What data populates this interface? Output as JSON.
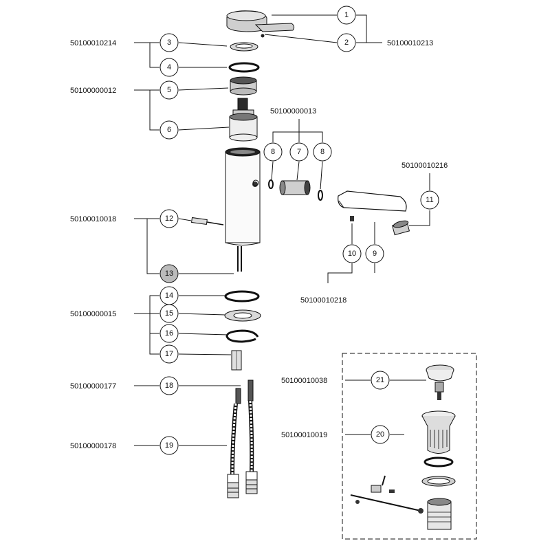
{
  "callouts": [
    "1",
    "2",
    "3",
    "4",
    "5",
    "6",
    "7",
    "8",
    "8",
    "9",
    "10",
    "11",
    "12",
    "13",
    "14",
    "15",
    "16",
    "17",
    "18",
    "19",
    "20",
    "21"
  ],
  "part_numbers": {
    "p50100010214": "50100010214",
    "p50100010213": "50100010213",
    "p50100000012": "50100000012",
    "p50100000013": "50100000013",
    "p50100010216": "50100010216",
    "p50100010018": "50100010018",
    "p50100010218": "50100010218",
    "p50100000015": "50100000015",
    "p50100000177": "50100000177",
    "p50100000178": "50100000178",
    "p50100010038": "50100010038",
    "p50100010019": "50100010019"
  }
}
